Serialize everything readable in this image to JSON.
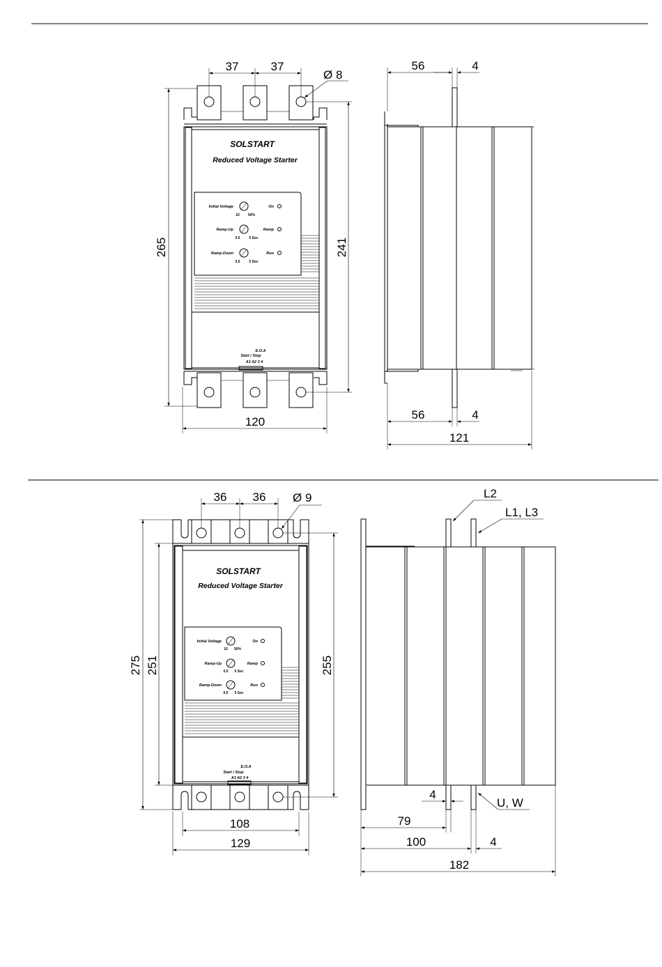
{
  "top_view": {
    "front": {
      "brand": "SOLSTART",
      "product": "Reduced Voltage Starter",
      "controls": [
        {
          "label": "Initial Voltage",
          "scale_min": "10",
          "scale_max": "50%",
          "indicator": "On"
        },
        {
          "label": "Ramp-Up",
          "scale_min": "0.5",
          "scale_max": "5 Sec",
          "indicator": "Ramp"
        },
        {
          "label": "Ramp-Down",
          "scale_min": "0.5",
          "scale_max": "5 Sec",
          "indicator": "Run"
        }
      ],
      "terminal_title": "E.O.A",
      "terminal_subtitle": "Start / Stop",
      "terminal_labels": "A1 A2 3  4"
    },
    "dims": {
      "pitch_1": "37",
      "pitch_2": "37",
      "hole_dia": "Ø  8",
      "height_total": "265",
      "height_mount": "241",
      "width": "120"
    },
    "side_dims": {
      "top_offset": "56",
      "top_thickness": "4",
      "bottom_offset": "56",
      "bottom_thickness": "4",
      "depth": "121"
    }
  },
  "bottom_view": {
    "front": {
      "brand": "SOLSTART",
      "product": "Reduced Voltage Starter",
      "controls": [
        {
          "label": "Initial Voltage",
          "scale_min": "10",
          "scale_max": "50%",
          "indicator": "On"
        },
        {
          "label": "Ramp-Up",
          "scale_min": "0.5",
          "scale_max": "5 Sec",
          "indicator": "Ramp"
        },
        {
          "label": "Ramp-Down",
          "scale_min": "0.5",
          "scale_max": "5 Sec",
          "indicator": "Run"
        }
      ],
      "terminal_title": "E.O.A",
      "terminal_subtitle": "Start / Stop",
      "terminal_labels": "A1 A2 3  4"
    },
    "dims": {
      "pitch_1": "36",
      "pitch_2": "36",
      "hole_dia": "Ø  9",
      "height_total": "275",
      "height_inner": "251",
      "height_mount": "255",
      "width_inner": "108",
      "width": "129"
    },
    "side_dims": {
      "busbar_offset": "79",
      "busbar_thickness": "4",
      "offset_rear": "100",
      "rear_thickness": "4",
      "depth": "182"
    },
    "labels": {
      "top_busbar": "L2",
      "top_busbar_2": "L1, L3",
      "bottom_busbar": "U, W"
    }
  }
}
